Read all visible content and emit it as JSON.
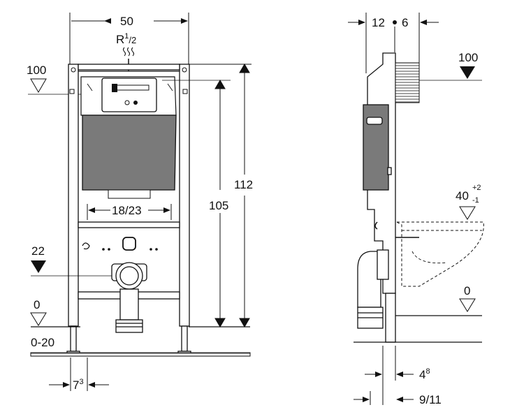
{
  "front": {
    "width": "50",
    "connection": "R",
    "connection_sup": "1",
    "connection_frac": "/2",
    "level_top": "100",
    "level_22": "22",
    "level_0": "0",
    "floor": "0-20",
    "height_total": "112",
    "height_frame": "105",
    "spacing": "18/23",
    "foot_base": "7",
    "foot_sup": "3"
  },
  "side": {
    "dim_left": "12",
    "dim_right": "6",
    "level_top": "100",
    "height_base": "40",
    "height_sup_top": "+2",
    "height_sup_bot": "-1",
    "level_0": "0",
    "depth_a": "4",
    "depth_a_sup": "8",
    "depth_b": "9/11"
  }
}
